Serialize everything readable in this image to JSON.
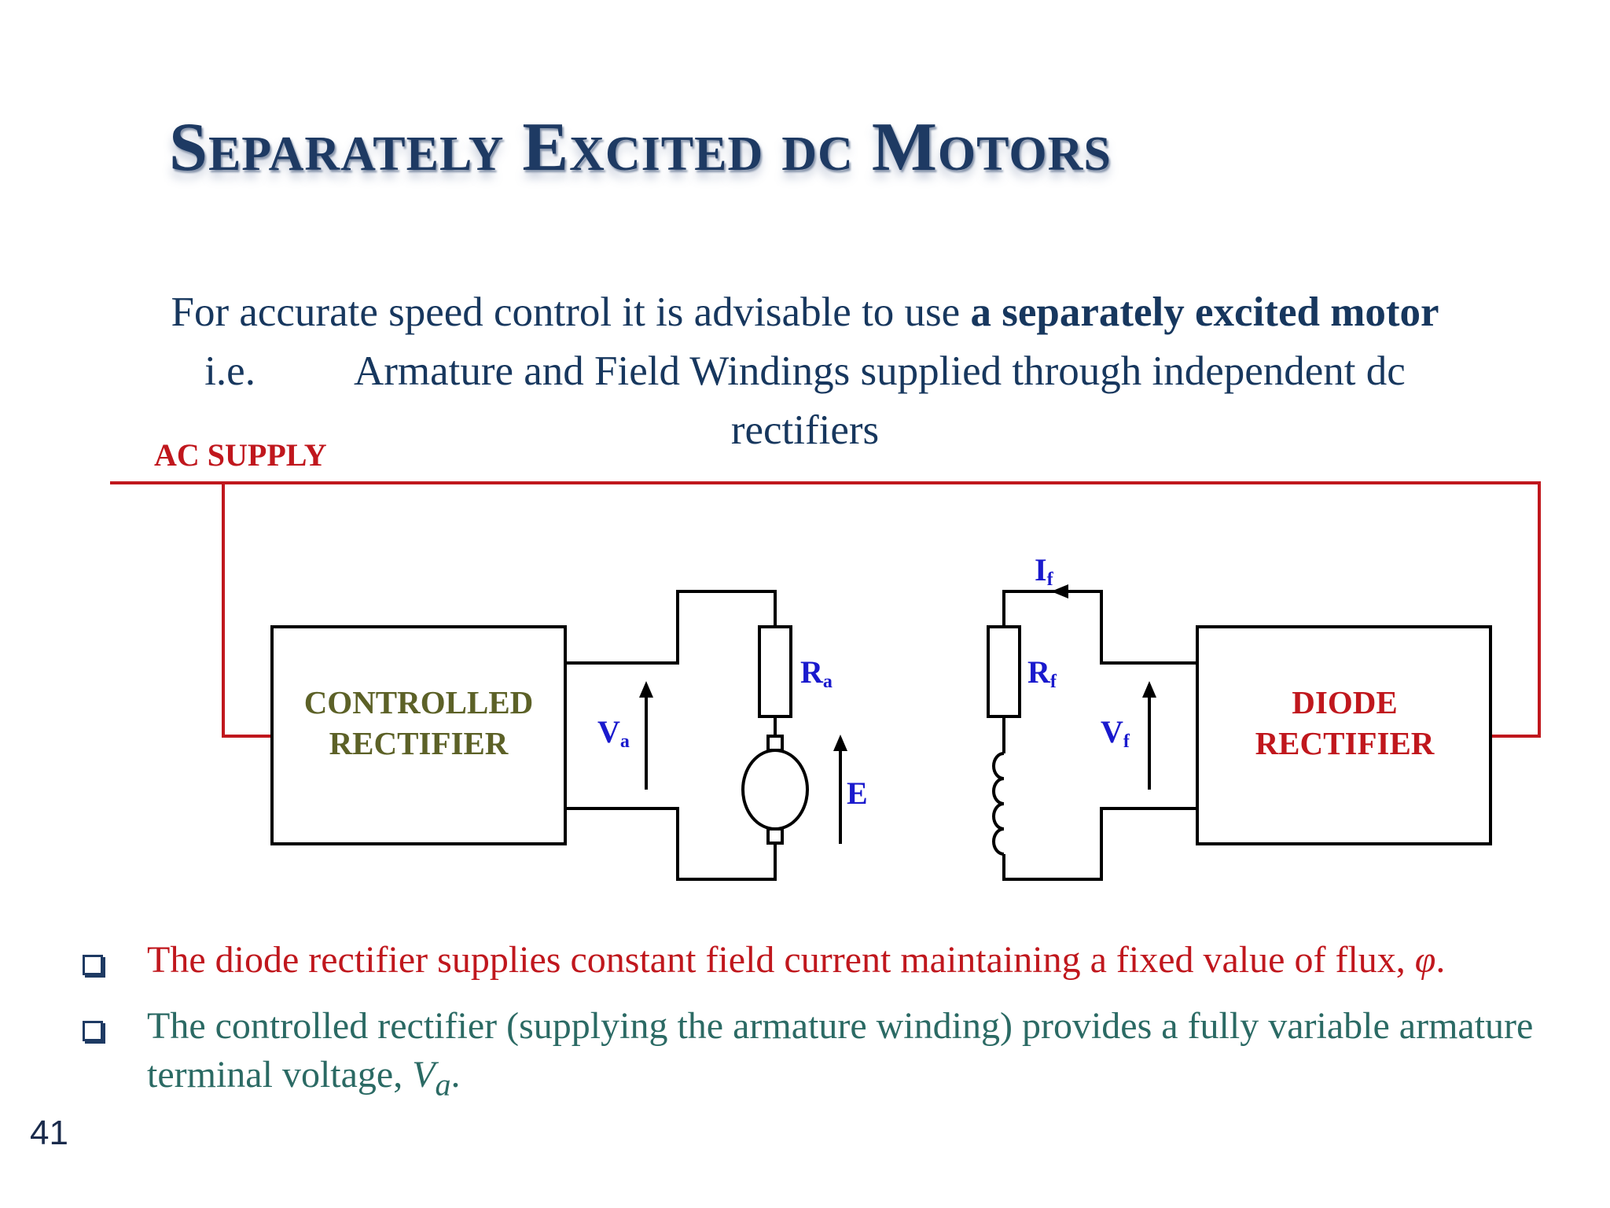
{
  "slide": {
    "title": "Separately Excited dc Motors",
    "intro": {
      "line1_plain": "For accurate speed control it is advisable to use ",
      "line1_bold": "a separately excited motor",
      "line2_ie": "i.e.",
      "line2_text": "Armature and Field Windings supplied through independent dc",
      "line3": "rectifiers"
    },
    "page_number": "41"
  },
  "diagram": {
    "ac_supply": "AC SUPPLY",
    "controlled_rectifier": [
      "CONTROLLED",
      "RECTIFIER"
    ],
    "diode_rectifier": [
      "DIODE",
      "RECTIFIER"
    ],
    "symbols": {
      "Ra": {
        "main": "R",
        "sub": "a"
      },
      "Va": {
        "main": "V",
        "sub": "a"
      },
      "E": "E",
      "If": {
        "main": "I",
        "sub": "f"
      },
      "Rf": {
        "main": "R",
        "sub": "f"
      },
      "Vf": {
        "main": "V",
        "sub": "f"
      }
    },
    "colors": {
      "supply_line": "#c0171d",
      "circuit_line": "#000000",
      "symbols": "#1a1acd",
      "controlled_label": "#5c6127",
      "diode_label": "#c0171d"
    }
  },
  "bullets": [
    {
      "text": "The diode rectifier supplies constant field current maintaining a fixed value of flux, ",
      "symbol": "φ",
      "end": "."
    },
    {
      "text": "The controlled rectifier (supplying the armature winding) provides a fully variable armature terminal voltage, ",
      "symbol": "V",
      "symbol_sub": "a",
      "end": "."
    }
  ]
}
